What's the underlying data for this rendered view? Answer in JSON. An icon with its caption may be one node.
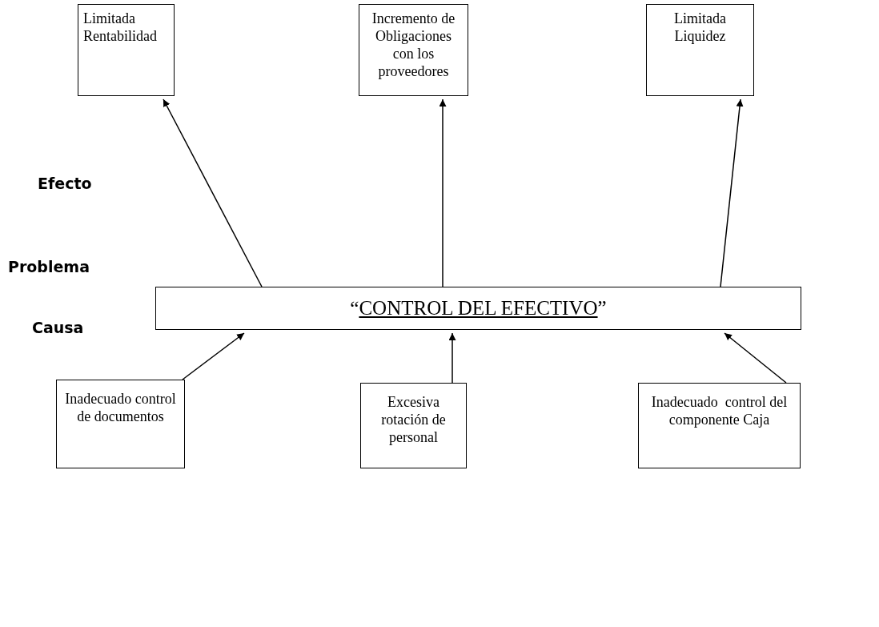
{
  "diagram": {
    "nodes": [
      {
        "text": [
          "Limitada Rentabilidad"
        ]
      },
      {
        "text": [
          "Incremento de Obligaciones con los proveedores"
        ]
      },
      {
        "text": [
          "Limitada Liquidez"
        ]
      },
      {
        "text": [
          "“CONTROL DEL EFECTIVO”"
        ]
      },
      {
        "text": [
          "Inadecuado control de documentos"
        ]
      },
      {
        "text": [
          "Excesiva rotación de personal"
        ]
      },
      {
        "text": [
          "Inadecuado  control del componente Caja"
        ]
      }
    ],
    "edges": [
      {
        "from": 3,
        "to": 0,
        "arrow": "to"
      },
      {
        "from": 3,
        "to": 1,
        "arrow": "to"
      },
      {
        "from": 3,
        "to": 2,
        "arrow": "to"
      },
      {
        "from": 4,
        "to": 3,
        "arrow": "to"
      },
      {
        "from": 5,
        "to": 3,
        "arrow": "to"
      },
      {
        "from": 6,
        "to": 3,
        "arrow": "to"
      }
    ],
    "labels": [
      "Efecto",
      "Problema",
      "Causa"
    ]
  }
}
